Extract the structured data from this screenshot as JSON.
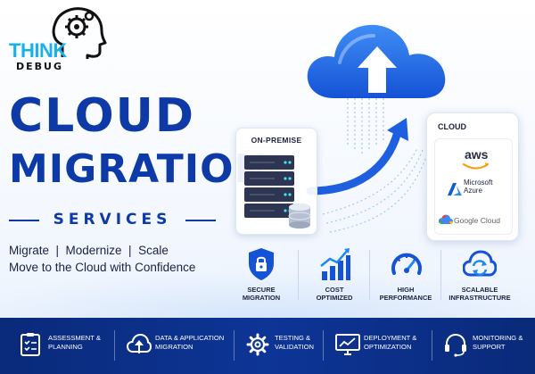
{
  "logo": {
    "line1": "THINK",
    "line2": "DEBUG"
  },
  "hero": {
    "title_line1": "CLOUD",
    "title_line2": "MIGRATION",
    "subtitle": "SERVICES",
    "tagline": "Migrate  |  Modernize  |  Scale",
    "subtagline": "Move to the Cloud with Confidence"
  },
  "diagram": {
    "onprem_label": "ON-PREMISE",
    "cloud_label": "CLOUD",
    "providers": [
      "aws",
      "Microsoft",
      "Azure",
      "Google Cloud"
    ]
  },
  "features": [
    {
      "icon": "shield-lock-icon",
      "line1": "SECURE",
      "line2": "MIGRATION"
    },
    {
      "icon": "cost-chart-icon",
      "line1": "COST",
      "line2": "OPTIMIZED"
    },
    {
      "icon": "speedometer-icon",
      "line1": "HIGH",
      "line2": "PERFORMANCE"
    },
    {
      "icon": "scalable-cloud-icon",
      "line1": "SCALABLE",
      "line2": "INFRASTRUCTURE"
    }
  ],
  "steps": [
    {
      "icon": "checklist-icon",
      "line1": "ASSESSMENT &",
      "line2": "PLANNING"
    },
    {
      "icon": "cloud-upload-icon",
      "line1": "DATA & APPLICATION",
      "line2": "MIGRATION"
    },
    {
      "icon": "gear-icon",
      "line1": "TESTING &",
      "line2": "VALIDATION"
    },
    {
      "icon": "monitor-chart-icon",
      "line1": "DEPLOYMENT &",
      "line2": "OPTIMIZATION"
    },
    {
      "icon": "headset-icon",
      "line1": "MONITORING &",
      "line2": "SUPPORT"
    }
  ],
  "colors": {
    "primary": "#0e3aa8",
    "accent": "#1ab0e8",
    "bar": "#0a2a7a"
  }
}
